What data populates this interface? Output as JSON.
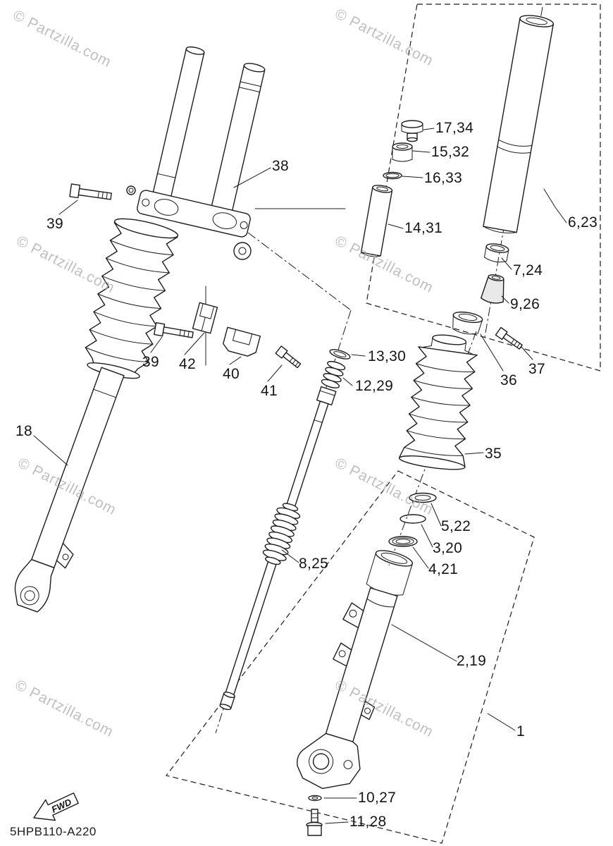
{
  "meta": {
    "watermark": "© Partzilla.com",
    "diagram_code": "5HPB110-A220",
    "fwd_label": "FWD"
  },
  "part_labels": [
    "38",
    "39",
    "17,34",
    "15,32",
    "16,33",
    "14,31",
    "6,23",
    "7,24",
    "9,26",
    "13,30",
    "12,29",
    "37",
    "36",
    "39",
    "42",
    "40",
    "41",
    "35",
    "18",
    "5,22",
    "3,20",
    "4,21",
    "8,25",
    "2,19",
    "1",
    "10,27",
    "11,28"
  ]
}
